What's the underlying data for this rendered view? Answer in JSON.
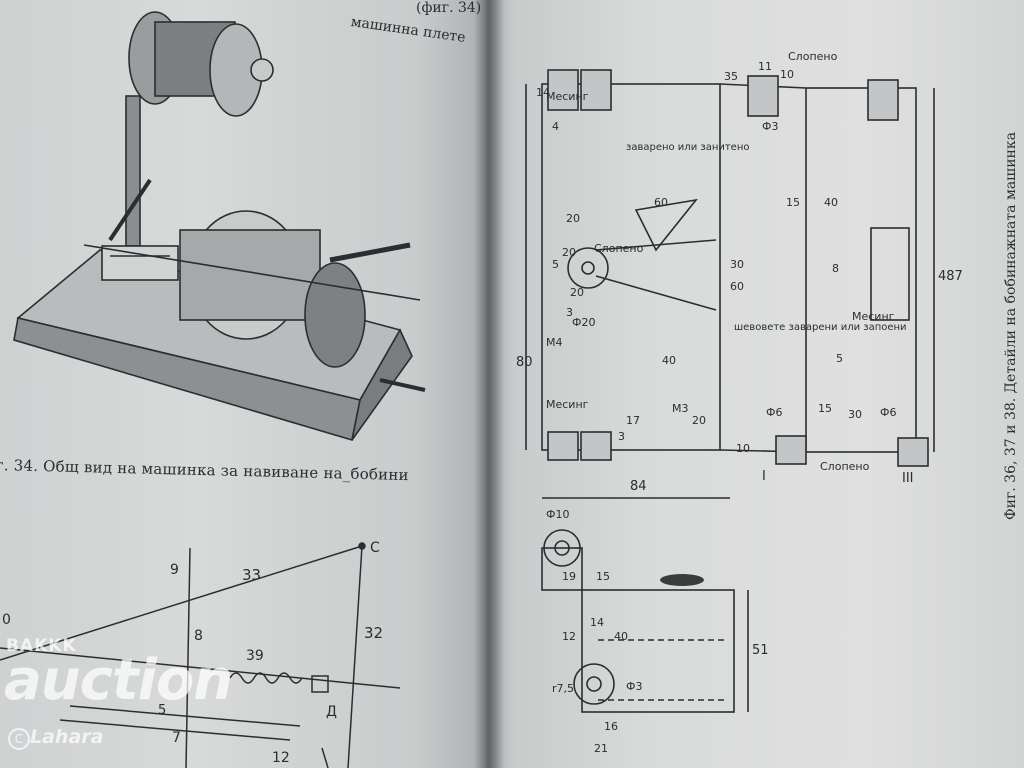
{
  "left_page": {
    "fragment_top_1": "(фиг. 34)",
    "fragment_top_2": "машинна плете",
    "caption": "г. 34. Общ вид на машинка за навиване на_бобини",
    "kinematic_labels": [
      "9",
      "33",
      "C",
      "8",
      "32",
      "39",
      "Д",
      "7",
      "12",
      "0",
      "5"
    ]
  },
  "right_page": {
    "caption": "Фиг. 36, 37 и 38. Детайли на бобинажната машинка",
    "drawing_notes": {
      "mesing": "Месинг",
      "sloveno": "Слопено",
      "zavareno": "заварено или занитено",
      "shevove": "шевовете заварени или запоени"
    },
    "dims_frame": [
      "14",
      "4",
      "20",
      "60",
      "20",
      "20",
      "5",
      "Ф20",
      "М4",
      "3",
      "80",
      "40",
      "17",
      "20",
      "3",
      "30",
      "60",
      "М3",
      "35",
      "11",
      "10",
      "Ф3",
      "15",
      "40",
      "8",
      "5",
      "15",
      "30",
      "Ф6",
      "10",
      "I",
      "III",
      "Ф6",
      "487"
    ],
    "dims_bracket": [
      "Ф10",
      "84",
      "19",
      "15",
      "12",
      "14",
      "40",
      "51",
      "r7,5",
      "Ф3",
      "16",
      "21"
    ]
  },
  "watermark": {
    "line1": "BAKKK",
    "line2": "auction",
    "user": "Lahara",
    "mark": "C"
  }
}
